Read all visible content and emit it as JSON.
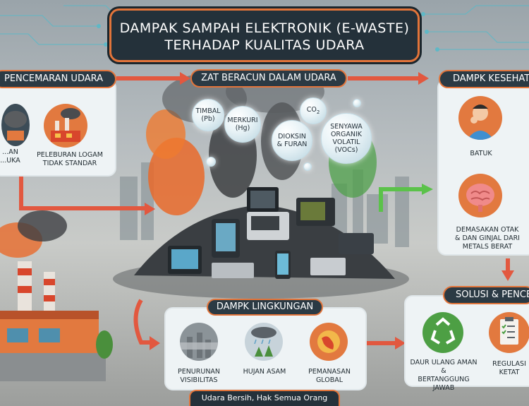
{
  "title": {
    "line1": "DAMPAK SAMPAH ELEKTRONIK (E-WASTE)",
    "line2": "TERHADAP KUALITAS UDARA"
  },
  "sections": {
    "pollution": {
      "header": "PENCEMARAN UDARA",
      "items": [
        {
          "label_line1": "...AN",
          "label_line2": "...UKA"
        },
        {
          "label_line1": "PELEBURAN LOGAM",
          "label_line2": "TIDAK STANDAR"
        }
      ]
    },
    "toxins": {
      "header": "ZAT BERACUN DALAM UDARA",
      "bubbles": [
        {
          "line1": "TIMBAL",
          "line2": "(Pb)"
        },
        {
          "line1": "MERKURI",
          "line2": "(Hg)"
        },
        {
          "line1": "CO",
          "line2": "2"
        },
        {
          "line1": "DIOKSIN",
          "line2": "& FURAN"
        },
        {
          "line1": "SENYAWA",
          "line2": "ORGANIK",
          "line3": "VOLATIL",
          "line4": "(VOCs)"
        }
      ]
    },
    "health": {
      "header": "DAMPK KESEHATAN",
      "items": [
        {
          "label": "BATUK"
        },
        {
          "label_line1": "DEMASAKAN OTAK",
          "label_line2": "& DAN GINJAL DARI",
          "label_line3": "METALS BERAT"
        }
      ]
    },
    "environment": {
      "header": "DAMPK LINGKUNGAN",
      "items": [
        {
          "label_line1": "PENURUNAN",
          "label_line2": "VISIBILITAS"
        },
        {
          "label_line1": "HUJAN ASAM",
          "label_line2": ""
        },
        {
          "label_line1": "PEMANASAN",
          "label_line2": "GLOBAL"
        }
      ]
    },
    "solution": {
      "header": "SOLUSI & PENCE",
      "items": [
        {
          "label_line1": "DAUR ULANG AMAN &",
          "label_line2": "BERTANGGUNG JAWAB"
        },
        {
          "label_line1": "REGULASI",
          "label_line2": "KETAT"
        }
      ]
    }
  },
  "footer": "Udara Bersih, Hak Semua Orang",
  "colors": {
    "accent": "#e2743a",
    "dark": "#24313a",
    "arrow": "#e2583f",
    "green_arrow": "#5bc24a"
  }
}
